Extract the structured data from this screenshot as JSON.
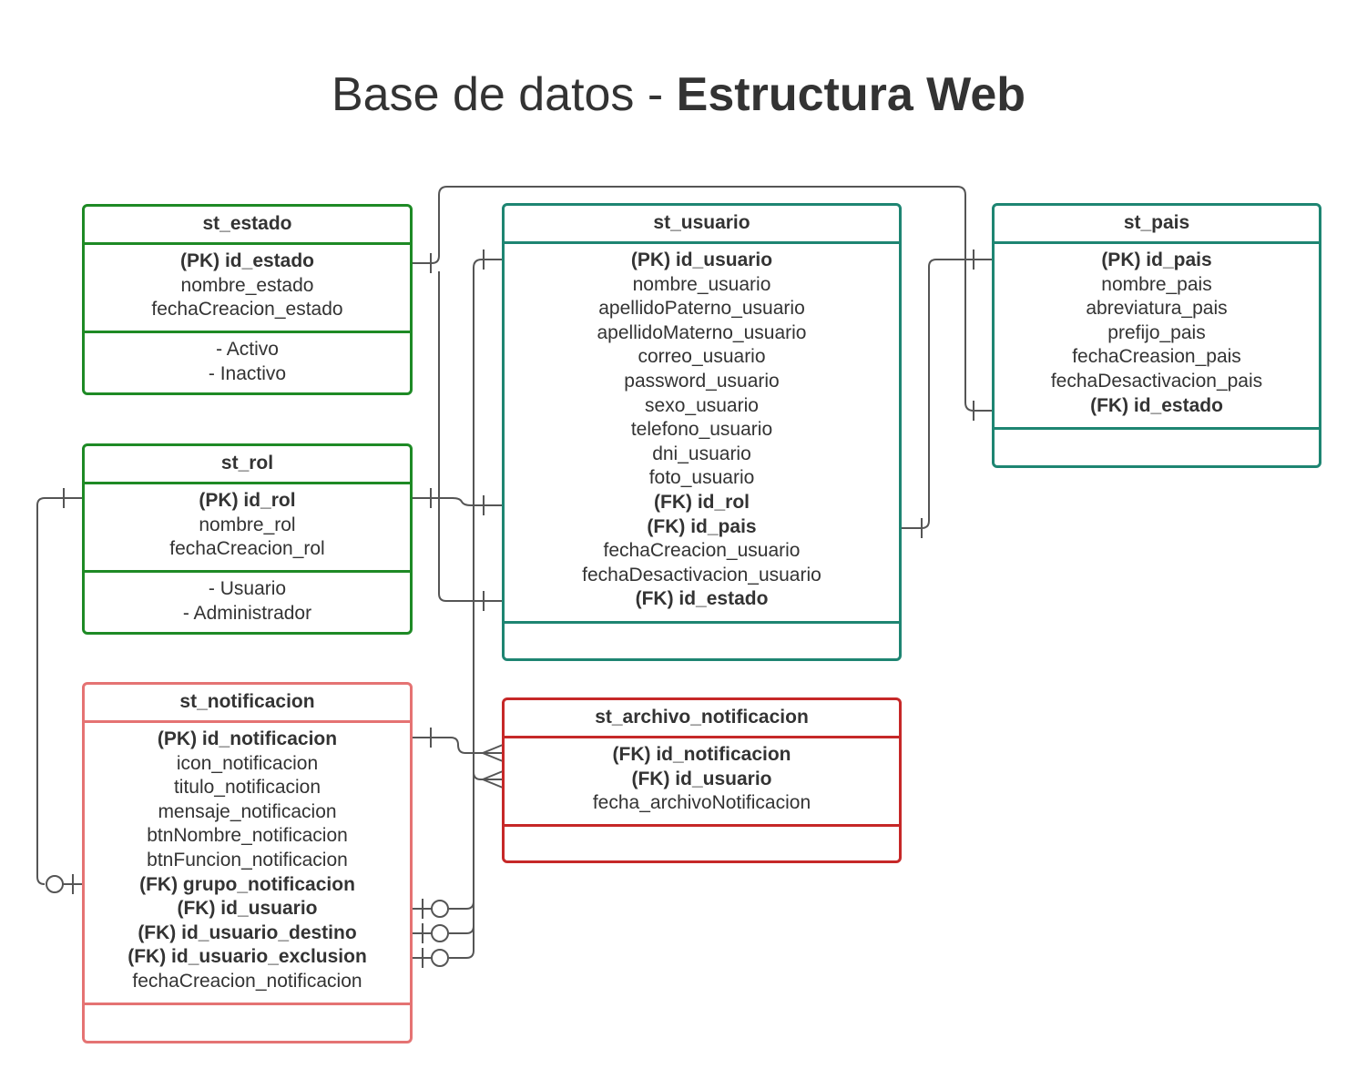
{
  "title": {
    "normal": "Base de datos - ",
    "bold": "Estructura Web"
  },
  "colors": {
    "green": "#1e8a25",
    "teal": "#1e8572",
    "pink": "#e57373",
    "red": "#c62828",
    "line": "#555555",
    "text": "#333333"
  },
  "entities": {
    "st_estado": {
      "name": "st_estado",
      "fields": [
        {
          "text": "(PK) id_estado",
          "bold": true
        },
        {
          "text": "nombre_estado",
          "bold": false
        },
        {
          "text": "fechaCreacion_estado",
          "bold": false
        }
      ],
      "values": [
        "- Activo",
        "- Inactivo"
      ]
    },
    "st_rol": {
      "name": "st_rol",
      "fields": [
        {
          "text": "(PK) id_rol",
          "bold": true
        },
        {
          "text": "nombre_rol",
          "bold": false
        },
        {
          "text": "fechaCreacion_rol",
          "bold": false
        }
      ],
      "values": [
        "- Usuario",
        "- Administrador"
      ]
    },
    "st_notificacion": {
      "name": "st_notificacion",
      "fields": [
        {
          "text": "(PK) id_notificacion",
          "bold": true
        },
        {
          "text": "icon_notificacion",
          "bold": false
        },
        {
          "text": "titulo_notificacion",
          "bold": false
        },
        {
          "text": "mensaje_notificacion",
          "bold": false
        },
        {
          "text": "btnNombre_notificacion",
          "bold": false
        },
        {
          "text": "btnFuncion_notificacion",
          "bold": false
        },
        {
          "text": "(FK) grupo_notificacion",
          "bold": true
        },
        {
          "text": "(FK) id_usuario",
          "bold": true
        },
        {
          "text": "(FK) id_usuario_destino",
          "bold": true
        },
        {
          "text": "(FK) id_usuario_exclusion",
          "bold": true
        },
        {
          "text": "fechaCreacion_notificacion",
          "bold": false
        }
      ],
      "values": []
    },
    "st_usuario": {
      "name": "st_usuario",
      "fields": [
        {
          "text": "(PK) id_usuario",
          "bold": true
        },
        {
          "text": "nombre_usuario",
          "bold": false
        },
        {
          "text": "apellidoPaterno_usuario",
          "bold": false
        },
        {
          "text": "apellidoMaterno_usuario",
          "bold": false
        },
        {
          "text": "correo_usuario",
          "bold": false
        },
        {
          "text": "password_usuario",
          "bold": false
        },
        {
          "text": "sexo_usuario",
          "bold": false
        },
        {
          "text": "telefono_usuario",
          "bold": false
        },
        {
          "text": "dni_usuario",
          "bold": false
        },
        {
          "text": "foto_usuario",
          "bold": false
        },
        {
          "text": "(FK) id_rol",
          "bold": true
        },
        {
          "text": "(FK) id_pais",
          "bold": true
        },
        {
          "text": "fechaCreacion_usuario",
          "bold": false
        },
        {
          "text": "fechaDesactivacion_usuario",
          "bold": false
        },
        {
          "text": "(FK) id_estado",
          "bold": true
        }
      ],
      "values": []
    },
    "st_archivo_notificacion": {
      "name": "st_archivo_notificacion",
      "fields": [
        {
          "text": "(FK) id_notificacion",
          "bold": true
        },
        {
          "text": "(FK) id_usuario",
          "bold": true
        },
        {
          "text": "fecha_archivoNotificacion",
          "bold": false
        }
      ],
      "values": []
    },
    "st_pais": {
      "name": "st_pais",
      "fields": [
        {
          "text": "(PK) id_pais",
          "bold": true
        },
        {
          "text": "nombre_pais",
          "bold": false
        },
        {
          "text": "abreviatura_pais",
          "bold": false
        },
        {
          "text": "prefijo_pais",
          "bold": false
        },
        {
          "text": "fechaCreasion_pais",
          "bold": false
        },
        {
          "text": "fechaDesactivacion_pais",
          "bold": false
        },
        {
          "text": "(FK) id_estado",
          "bold": true
        }
      ],
      "values": []
    }
  },
  "relationships": [
    {
      "from": "st_estado.id_estado",
      "to": "st_usuario.id_estado",
      "from_end": "one",
      "to_end": "one"
    },
    {
      "from": "st_estado.id_estado",
      "to": "st_pais.id_estado",
      "from_end": "one",
      "to_end": "one"
    },
    {
      "from": "st_rol.id_rol",
      "to": "st_usuario.id_rol",
      "from_end": "one",
      "to_end": "one"
    },
    {
      "from": "st_pais.id_pais",
      "to": "st_usuario.id_pais",
      "from_end": "one",
      "to_end": "one"
    },
    {
      "from": "st_notificacion.id_notificacion",
      "to": "st_archivo_notificacion.id_notificacion",
      "from_end": "one",
      "to_end": "many"
    },
    {
      "from": "st_usuario.id_usuario",
      "to": "st_archivo_notificacion.id_usuario",
      "from_end": "one",
      "to_end": "many"
    },
    {
      "from": "st_usuario.id_usuario",
      "to": "st_notificacion.id_usuario",
      "from_end": "one",
      "to_end": "zero-or-one"
    },
    {
      "from": "st_usuario.id_usuario",
      "to": "st_notificacion.id_usuario_destino",
      "from_end": "one",
      "to_end": "zero-or-one"
    },
    {
      "from": "st_usuario.id_usuario",
      "to": "st_notificacion.id_usuario_exclusion",
      "from_end": "one",
      "to_end": "zero-or-one"
    },
    {
      "from": "st_rol.id_rol",
      "to": "st_notificacion.grupo_notificacion",
      "from_end": "one",
      "to_end": "zero-or-one"
    }
  ]
}
